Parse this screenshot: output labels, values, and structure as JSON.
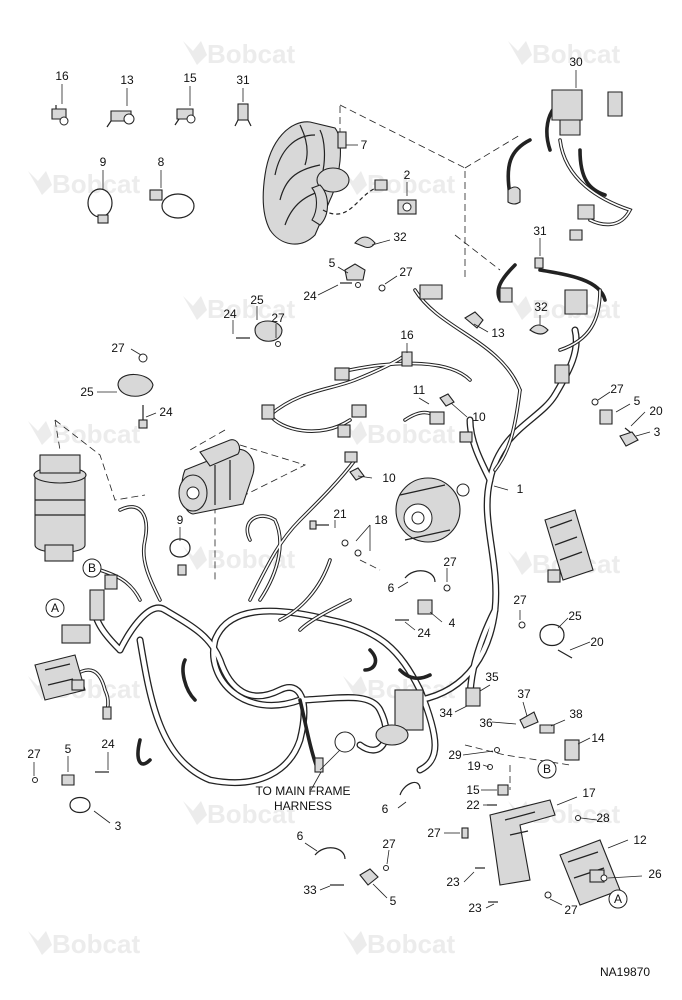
{
  "watermark": "Bobcat",
  "figure_code": "NA19870",
  "main_frame_note": [
    "TO MAIN FRAME",
    "HARNESS"
  ],
  "connector_markers": [
    "A",
    "B"
  ],
  "callouts": {
    "c16a": "16",
    "c13a": "13",
    "c15": "15",
    "c31a": "31",
    "c30": "30",
    "c9a": "9",
    "c8": "8",
    "c7": "7",
    "c2": "2",
    "c32a": "32",
    "c5a": "5",
    "c27a": "27",
    "c24a": "24",
    "c31b": "31",
    "c25a": "25",
    "c24b": "24",
    "c27b": "27",
    "c13b": "13",
    "c32b": "32",
    "c27c": "27",
    "c25b": "25",
    "c24c": "24",
    "c16b": "16",
    "c11": "11",
    "c10a": "10",
    "c27d": "27",
    "c5b": "5",
    "c20a": "20",
    "c3a": "3",
    "c10b": "10",
    "c1": "1",
    "c21": "21",
    "c18": "18",
    "c9b": "9",
    "c27e": "27",
    "c6a": "6",
    "c4": "4",
    "c24d": "24",
    "c27f": "27",
    "c25c": "25",
    "c20b": "20",
    "c35": "35",
    "c37": "37",
    "c38": "38",
    "c34": "34",
    "c36": "36",
    "c14": "14",
    "c29": "29",
    "c19": "19",
    "c15b": "15",
    "c22": "22",
    "c17": "17",
    "c28": "28",
    "c6b": "6",
    "c27g": "27",
    "c12": "12",
    "c6c": "6",
    "c27h": "27",
    "c23a": "23",
    "c26": "26",
    "c33": "33",
    "c5c": "5",
    "c23b": "23",
    "c27i": "27",
    "c27j": "27",
    "c5d": "5",
    "c24e": "24",
    "c3b": "3"
  }
}
